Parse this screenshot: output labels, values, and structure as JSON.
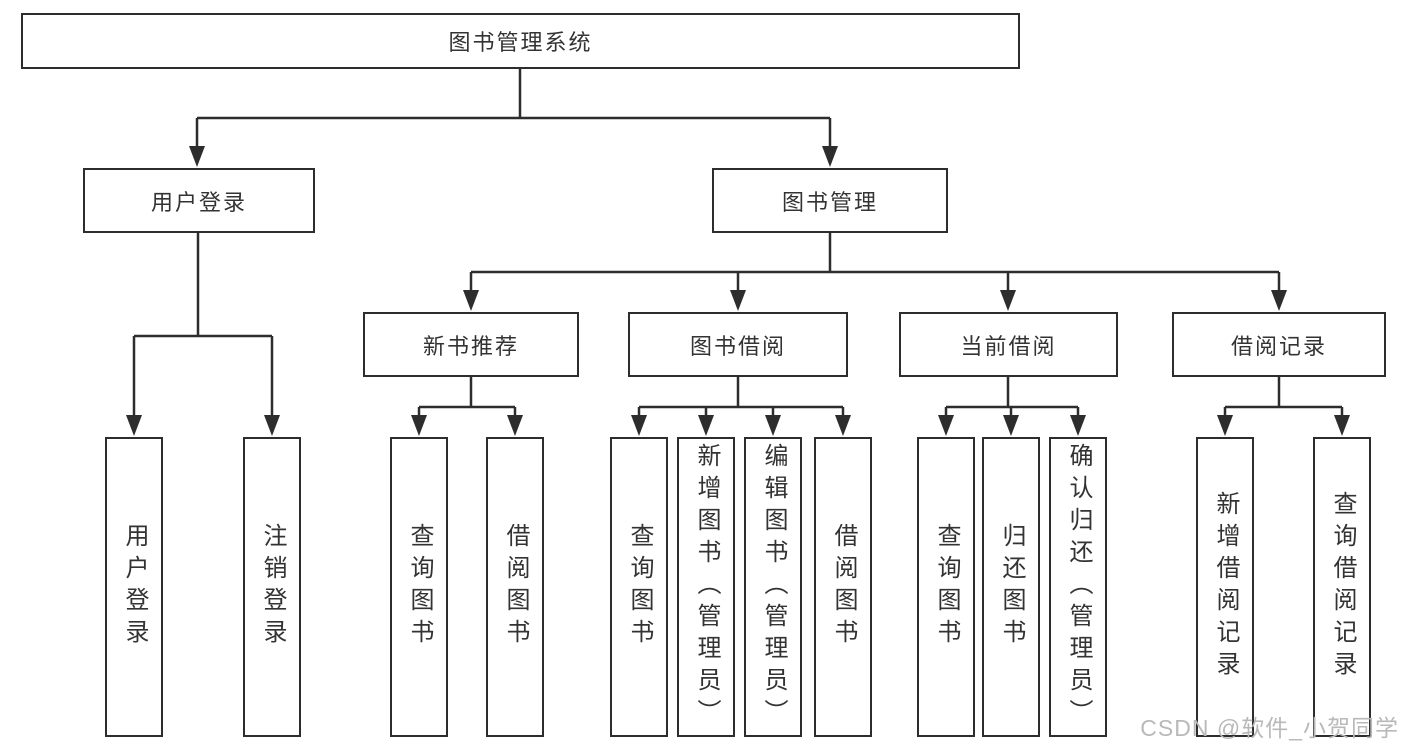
{
  "tree": {
    "label": "图书管理系统",
    "children": [
      {
        "label": "用户登录",
        "children": [
          {
            "label": "用户登录"
          },
          {
            "label": "注销登录"
          }
        ]
      },
      {
        "label": "图书管理",
        "children": [
          {
            "label": "新书推荐",
            "children": [
              {
                "label": "查询图书"
              },
              {
                "label": "借阅图书"
              }
            ]
          },
          {
            "label": "图书借阅",
            "children": [
              {
                "label": "查询图书"
              },
              {
                "label": "新增图书（管理员）"
              },
              {
                "label": "编辑图书（管理员）"
              },
              {
                "label": "借阅图书"
              }
            ]
          },
          {
            "label": "当前借阅",
            "children": [
              {
                "label": "查询图书"
              },
              {
                "label": "归还图书"
              },
              {
                "label": "确认归还（管理员）"
              }
            ]
          },
          {
            "label": "借阅记录",
            "children": [
              {
                "label": "新增借阅记录"
              },
              {
                "label": "查询借阅记录"
              }
            ]
          }
        ]
      }
    ]
  },
  "watermark": "CSDN @软件_小贺同学",
  "colors": {
    "line": "#2d2d2d",
    "text": "#333333",
    "background": "#ffffff",
    "watermark": "#b9b9b9"
  }
}
